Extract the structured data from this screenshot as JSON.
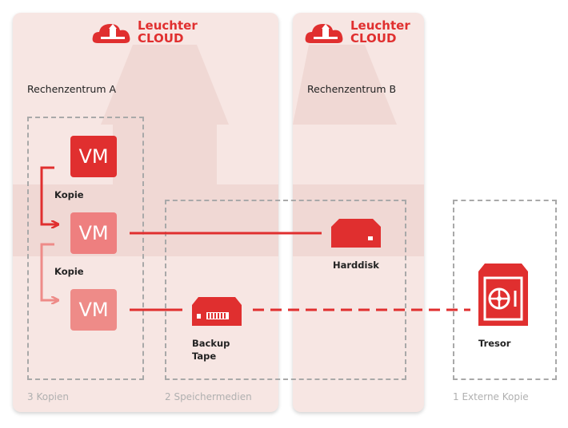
{
  "logo": {
    "line1": "Leuchter",
    "line2": "CLOUD"
  },
  "datacenters": {
    "a": {
      "label": "Rechenzentrum A"
    },
    "b": {
      "label": "Rechenzentrum B"
    }
  },
  "vms": [
    {
      "label": "VM"
    },
    {
      "label": "VM"
    },
    {
      "label": "VM"
    }
  ],
  "copy_labels": [
    "Kopie",
    "Kopie"
  ],
  "media": {
    "harddisk": "Harddisk",
    "tape_line1": "Backup",
    "tape_line2": "Tape",
    "safe": "Tresor"
  },
  "footer": {
    "copies": "3 Kopien",
    "media": "2 Speichermedien",
    "external": "1 Externe Kopie"
  },
  "colors": {
    "brand_red": "#e02f2f",
    "light_red": "#ee7f7f",
    "panel_bg": "#f7e6e3",
    "dashed_border": "#a9a9a9"
  }
}
